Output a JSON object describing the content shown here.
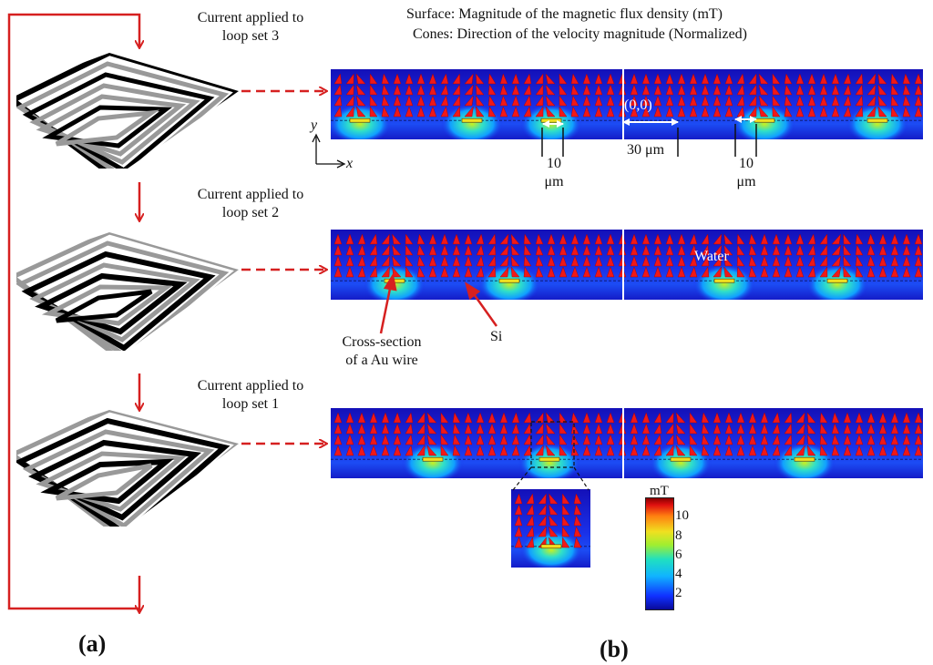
{
  "header": {
    "surface_caption": "Surface: Magnitude of the magnetic flux density (mT)",
    "cones_caption": "Cones: Direction of the velocity magnitude (Normalized)"
  },
  "steps": [
    {
      "caption_line1": "Current applied to",
      "caption_line2": "loop set 3"
    },
    {
      "caption_line1": "Current applied to",
      "caption_line2": "loop set 2"
    },
    {
      "caption_line1": "Current applied to",
      "caption_line2": "loop set 1"
    }
  ],
  "annotations": {
    "origin": "(0,0)",
    "width_left_1": "10",
    "width_left_2": "μm",
    "pitch": "30 μm",
    "width_right_1": "10",
    "width_right_2": "μm",
    "axis_y": "y",
    "axis_x": "x",
    "water": "Water",
    "si": "Si",
    "au_line1": "Cross-section",
    "au_line2": "of a Au wire"
  },
  "colorbar": {
    "unit": "mT",
    "ticks": [
      "10",
      "8",
      "6",
      "4",
      "2"
    ]
  },
  "labels": {
    "panel_a": "(a)",
    "panel_b": "(b)"
  },
  "colors": {
    "arrow_red": "#e01e1e",
    "field_dark": "#1a1ad0",
    "field_hot": "#39e0c0"
  }
}
